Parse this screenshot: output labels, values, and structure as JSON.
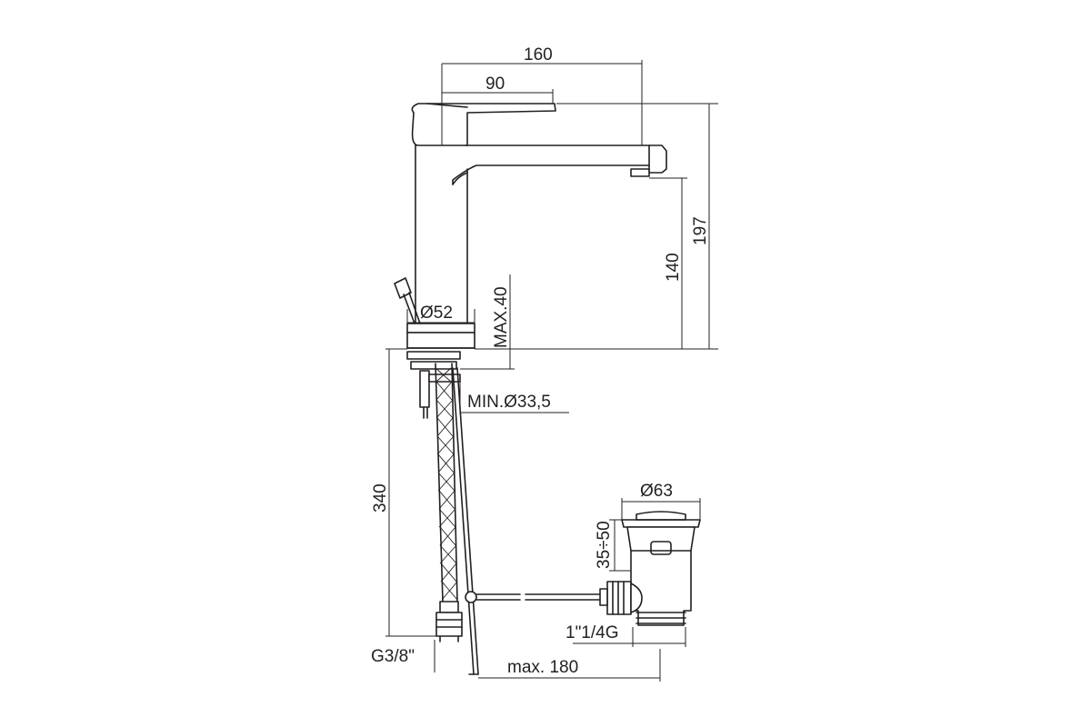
{
  "dimensions": {
    "spout_reach": "160",
    "lever_length": "90",
    "total_height": "197",
    "spout_height": "140",
    "body_diameter": "Ø52",
    "max_deck_thickness": "MAX.40",
    "min_hole_diameter": "MIN.Ø33,5",
    "hose_length": "340",
    "connection_thread": "G3/8\"",
    "waste_diameter": "Ø63",
    "waste_range": "35÷50",
    "waste_thread": "1\"1/4G",
    "max_rod_length": "max. 180"
  }
}
